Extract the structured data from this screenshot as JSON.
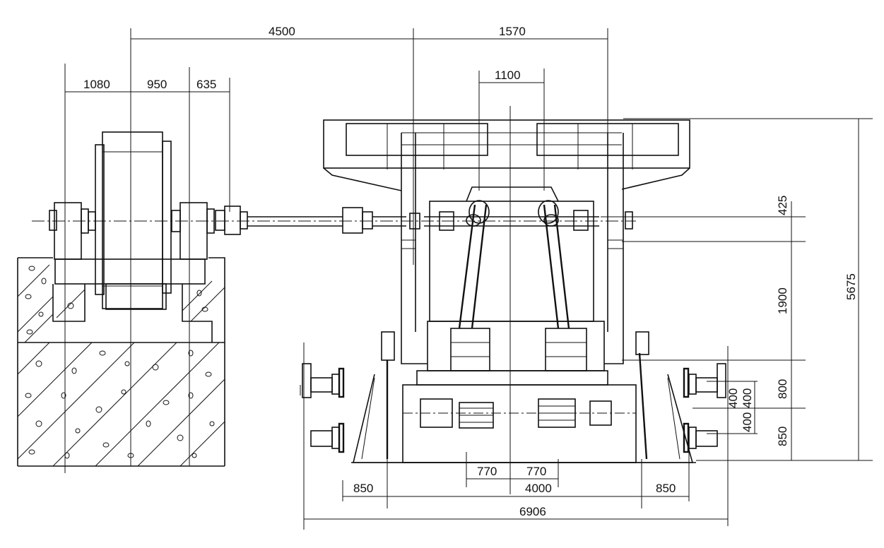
{
  "dimensions": {
    "d4500": "4500",
    "d1570": "1570",
    "d1080": "1080",
    "d950": "950",
    "d635": "635",
    "d1100": "1100",
    "d425": "425",
    "d1900": "1900",
    "d5675": "5675",
    "d800": "800",
    "d400a": "400",
    "d400b": "400",
    "d400c": "400",
    "d850r": "850",
    "d770a": "770",
    "d770b": "770",
    "d4000": "4000",
    "d850l": "850",
    "d850b": "850",
    "d6906": "6906"
  }
}
